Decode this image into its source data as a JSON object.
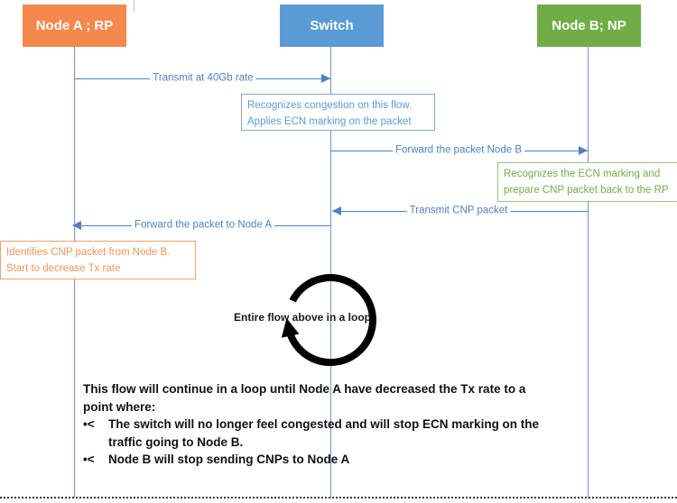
{
  "actors": [
    {
      "id": "node-a",
      "label": "Node A ; RP",
      "color": "#F5884D"
    },
    {
      "id": "switch",
      "label": "Switch",
      "color": "#5B9BD5"
    },
    {
      "id": "node-b",
      "label": "Node B; NP",
      "color": "#70AD47"
    }
  ],
  "messages": [
    {
      "label": "Transmit at 40Gb rate",
      "from": "node-a",
      "to": "switch"
    },
    {
      "label": "Forward the packet Node B",
      "from": "switch",
      "to": "node-b"
    },
    {
      "label": "Transmit CNP packet",
      "from": "node-b",
      "to": "switch"
    },
    {
      "label": "Forward the packet to Node A",
      "from": "switch",
      "to": "node-a"
    }
  ],
  "notes": {
    "switch_note": {
      "line1": "Recognizes congestion on this flow.",
      "line2": "Applies ECN marking on the packet",
      "color": "#5B9BD5"
    },
    "node_b_note": {
      "line1": "Recognizes the ECN marking and",
      "line2": "prepare CNP packet back to the RP",
      "color": "#70AD47"
    },
    "node_a_note": {
      "line1": "Identifies CNP packet from Node B.",
      "line2": "Start to decrease Tx rate",
      "color": "#F09558"
    }
  },
  "loop": {
    "label": "Entire flow above in a loop"
  },
  "footer": {
    "line1": "This flow will continue in a loop until Node A have decreased the Tx rate to a",
    "line2": "point where:",
    "bullet_glyph": "•<",
    "bullet1_line1": "The switch will no longer feel congested and will stop ECN marking on the",
    "bullet1_line2": "traffic going to Node B.",
    "bullet2": "Node B will stop sending CNPs to Node A"
  },
  "colors": {
    "arrow_line": "#4E81BD",
    "loop_arrow": "#000000",
    "background": "#FFFFFF"
  }
}
